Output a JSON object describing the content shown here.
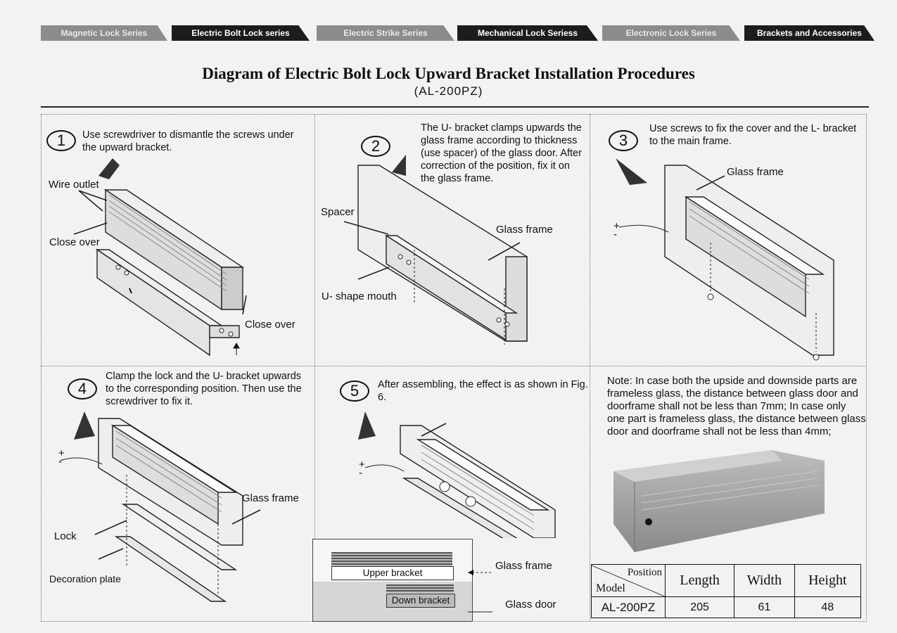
{
  "tabs": [
    {
      "label": "Magnetic Lock Series"
    },
    {
      "label": "Electric Bolt Lock series"
    },
    {
      "label": "Electric Strike Series"
    },
    {
      "label": "Mechanical Lock Seriess"
    },
    {
      "label": "Electronic Lock Series"
    },
    {
      "label": "Brackets and Accessories"
    }
  ],
  "title": "Diagram of Electric Bolt Lock Upward Bracket Installation Procedures",
  "subtitle": "(AL-200PZ)",
  "steps": [
    {
      "num": "1",
      "text": "Use screwdriver to dismantle the screws under the upward bracket.",
      "labels": {
        "wire": "Wire outlet",
        "close1": "Close over",
        "close2": "Close over"
      }
    },
    {
      "num": "2",
      "text": "The U- bracket clamps upwards the glass frame according to thickness (use spacer) of the glass door. After correction of the position, fix it on the glass frame.",
      "labels": {
        "spacer": "Spacer",
        "glass": "Glass frame",
        "mouth": "U- shape mouth"
      }
    },
    {
      "num": "3",
      "text": "Use screws to fix the cover and the L- bracket to the main frame.",
      "labels": {
        "glass": "Glass frame",
        "plus": "+",
        "minus": "-"
      }
    },
    {
      "num": "4",
      "text": "Clamp the lock and the U- bracket upwards to the corresponding position. Then use the screwdriver to fix it.",
      "labels": {
        "glass": "Glass frame",
        "lock": "Lock",
        "plate": "Decoration plate",
        "plus": "+",
        "minus": "-"
      }
    },
    {
      "num": "5",
      "text": "After assembling, the effect is as shown in Fig. 6.",
      "labels": {
        "upper": "Upper bracket",
        "lower": "Down bracket",
        "glass": "Glass frame",
        "door": "Glass door",
        "plus": "+",
        "minus": "-"
      }
    }
  ],
  "note": "Note: In case both the upside and downside parts are frameless glass, the distance between glass door and doorframe shall not be less than 7mm; In case only one part is frameless glass, the distance between glass door and doorframe shall not be less than 4mm;",
  "spec_table": {
    "corner_top": "Position",
    "corner_bottom": "Model",
    "headers": [
      "Length",
      "Width",
      "Height"
    ],
    "rows": [
      [
        "AL-200PZ",
        "205",
        "61",
        "48"
      ]
    ]
  }
}
